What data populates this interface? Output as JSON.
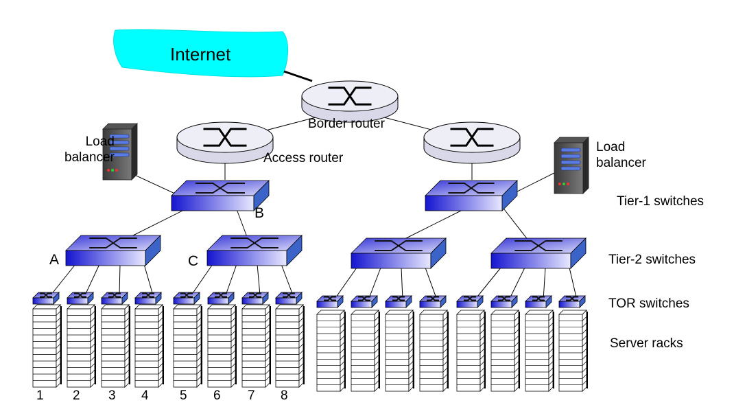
{
  "cloud": {
    "label": "Internet",
    "color": "#00FFFF"
  },
  "routers": {
    "border": "Border router",
    "access": "Access router"
  },
  "load_balancers": {
    "left": "Load\nbalancer",
    "right": "Load\nbalancer"
  },
  "switch_letters": {
    "a": "A",
    "b": "B",
    "c": "C"
  },
  "tiers": {
    "tier1": "Tier-1 switches",
    "tier2": "Tier-2 switches",
    "tor": "TOR switches",
    "racks": "Server racks"
  },
  "rack_numbers": [
    "1",
    "2",
    "3",
    "4",
    "5",
    "6",
    "7",
    "8"
  ],
  "colors": {
    "switch_blue": "#1515D0",
    "switch_light": "#E8E8FF",
    "router_fill": "#E6E6F2",
    "line": "#000000"
  }
}
